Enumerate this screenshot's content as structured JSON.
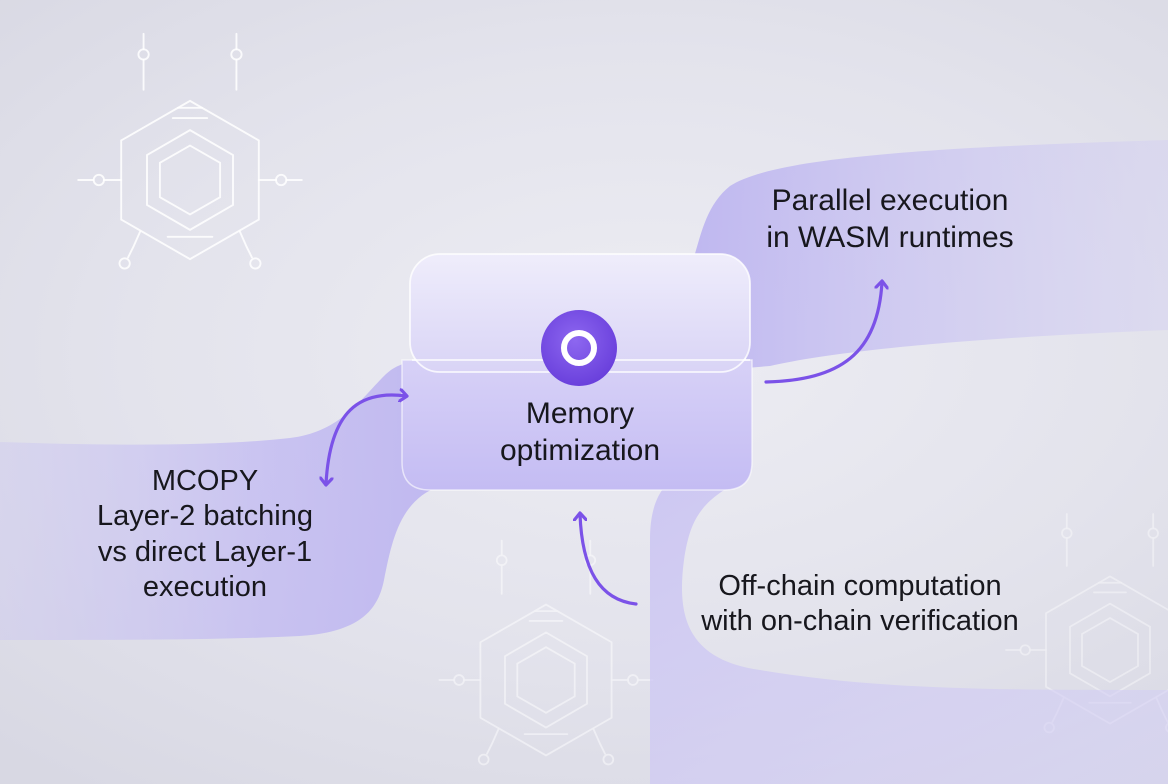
{
  "hub": {
    "label_lines": [
      "Memory",
      "optimization"
    ],
    "icon": "ring-icon"
  },
  "nodes": [
    {
      "id": "left",
      "label_lines": [
        "MCOPY",
        "Layer-2 batching",
        "vs direct Layer-1",
        "execution"
      ],
      "arrow": "bidirectional"
    },
    {
      "id": "top-right",
      "label_lines": [
        "Parallel execution",
        "in WASM runtimes"
      ],
      "arrow": "from-hub"
    },
    {
      "id": "bottom-right",
      "label_lines": [
        "Off-chain computation",
        "with on-chain verification"
      ],
      "arrow": "to-hub"
    }
  ],
  "decorations": [
    "hexagon-circuit-icon",
    "hexagon-circuit-icon",
    "hexagon-circuit-icon"
  ],
  "colors": {
    "accent": "#7b52e8",
    "ribbon": "#b6aef0",
    "hub_top": "#e6e2f8",
    "hub_body": "#cfc8f5",
    "background": "#e6e6ee",
    "text": "#17171d"
  }
}
